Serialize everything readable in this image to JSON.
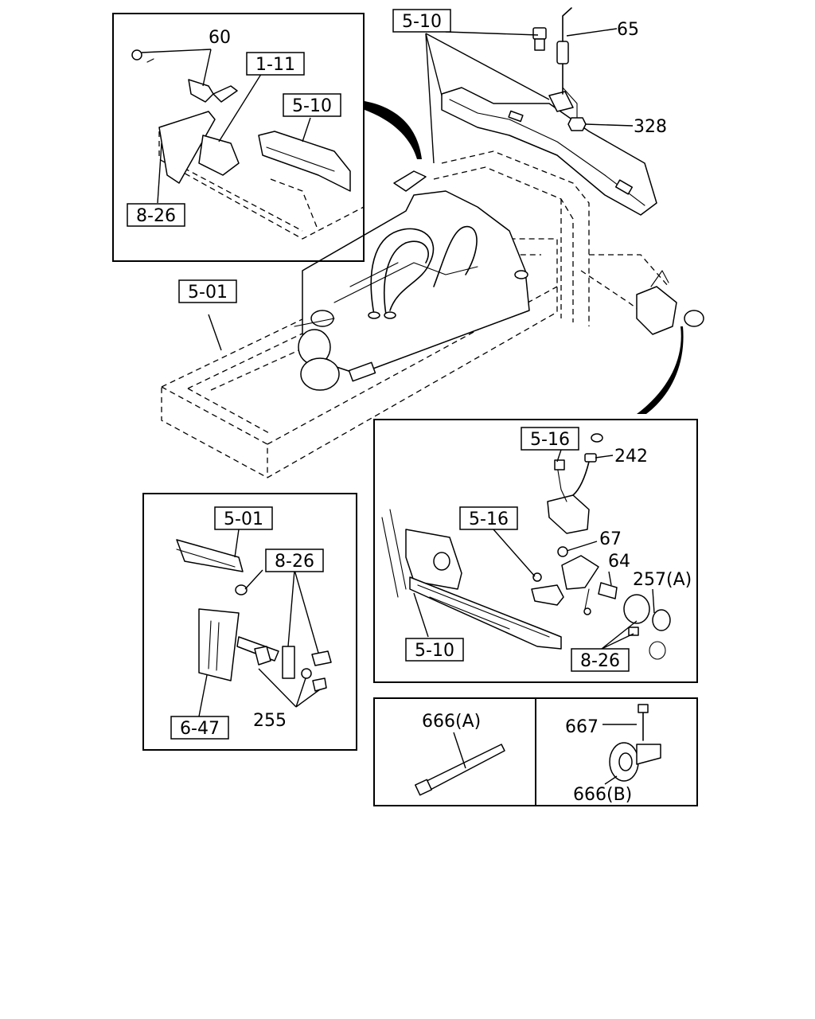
{
  "diagram": {
    "parts": {
      "p60": "60",
      "p65": "65",
      "p328": "328",
      "p242": "242",
      "p67": "67",
      "p64": "64",
      "p257a": "257(A)",
      "p255": "255",
      "p666a": "666(A)",
      "p667": "667",
      "p666b": "666(B)"
    },
    "refs": {
      "r_510_top": "5-10",
      "r_111": "1-11",
      "r_510_inset": "5-10",
      "r_826_inset_tl": "8-26",
      "r_501_main": "5-01",
      "r_501_inset": "5-01",
      "r_826_inset_bl": "8-26",
      "r_647": "6-47",
      "r_516_a": "5-16",
      "r_516_b": "5-16",
      "r_510_inset_r": "5-10",
      "r_826_inset_r": "8-26"
    }
  }
}
